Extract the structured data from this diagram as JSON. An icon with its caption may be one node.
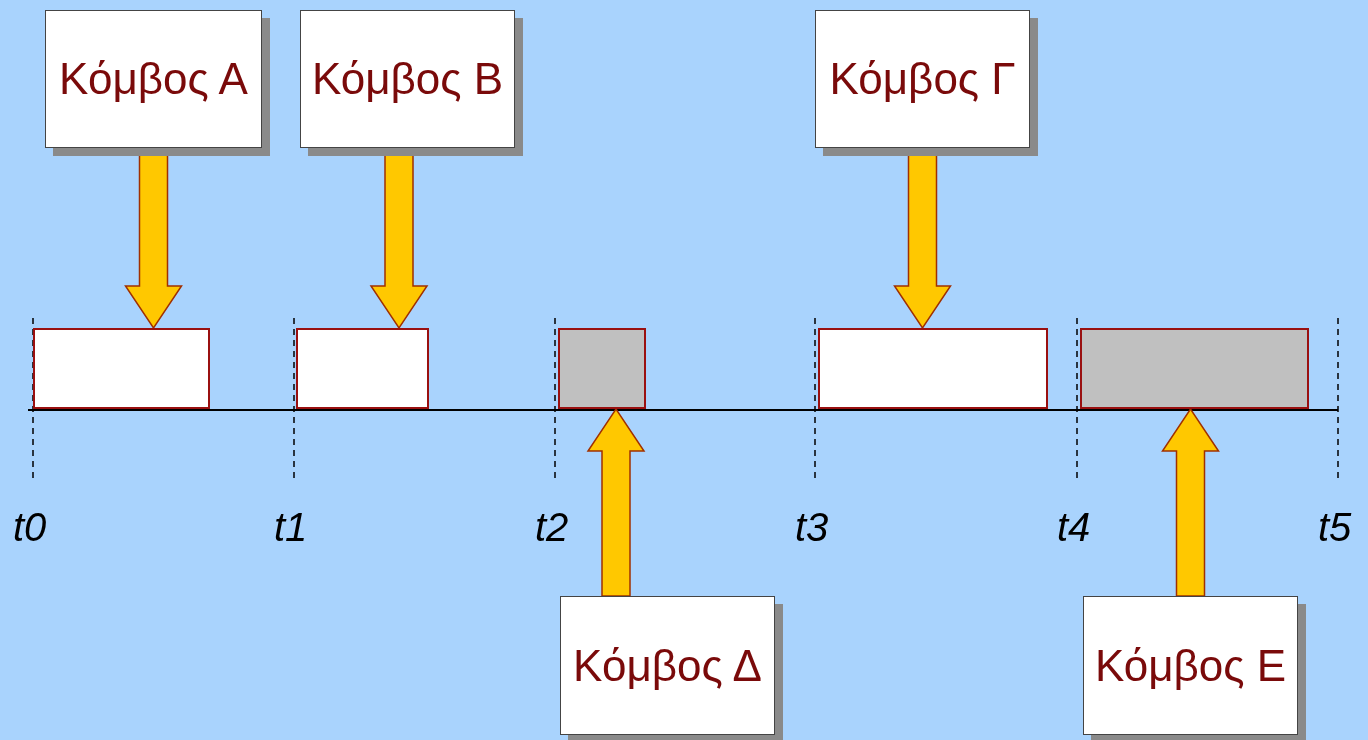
{
  "diagram": {
    "nodes": [
      {
        "text": [
          "Κόμβος Α"
        ]
      },
      {
        "text": [
          "Κόμβος Β"
        ]
      },
      {
        "text": [
          "Κόμβος Γ"
        ]
      },
      {
        "text": [],
        "shape": "box"
      },
      {
        "text": [],
        "shape": "box"
      },
      {
        "text": [],
        "shape": "box"
      },
      {
        "text": [],
        "shape": "box"
      },
      {
        "text": [],
        "shape": "box"
      },
      {
        "text": [
          "Κόμβος Δ"
        ]
      },
      {
        "text": [
          "Κόμβος Ε"
        ]
      }
    ],
    "edges": [
      {
        "from": 0,
        "to": 3,
        "arrow": "to"
      },
      {
        "from": 1,
        "to": 4,
        "arrow": "to"
      },
      {
        "from": 2,
        "to": 6,
        "arrow": "to"
      },
      {
        "from": 8,
        "to": 5,
        "arrow": "to"
      },
      {
        "from": 9,
        "to": 7,
        "arrow": "to"
      }
    ],
    "labels": [
      "t0",
      "t1",
      "t2",
      "t3",
      "t4",
      "t5"
    ]
  }
}
